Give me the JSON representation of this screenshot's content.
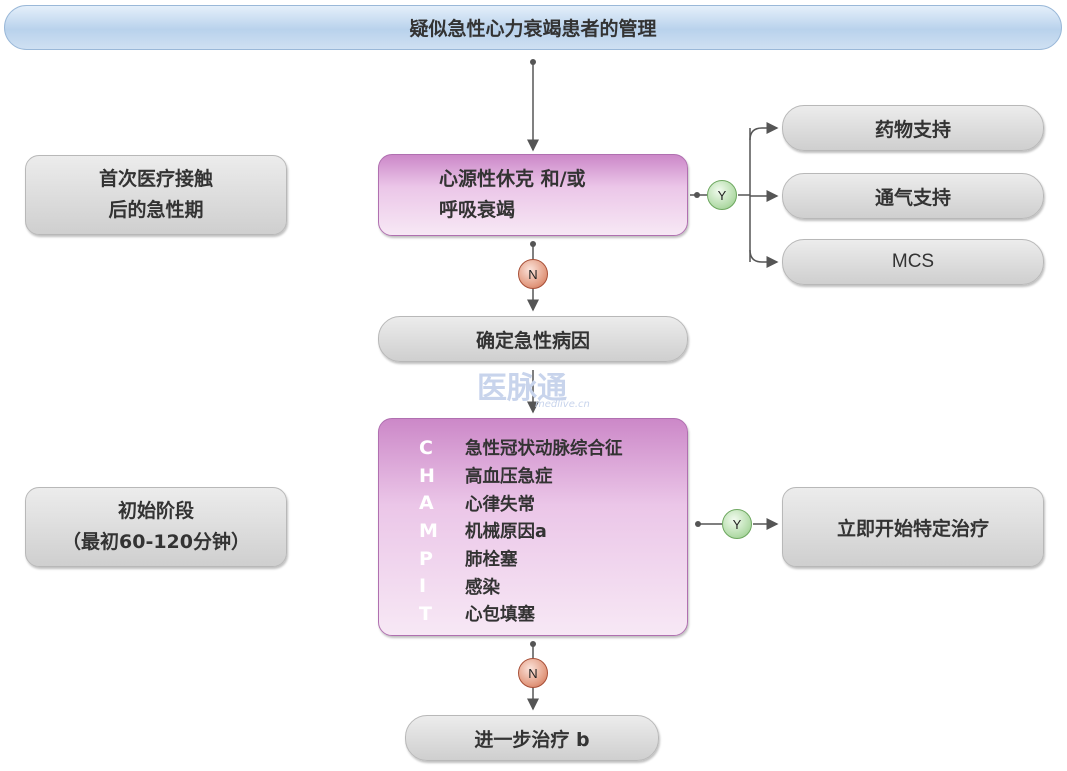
{
  "title": "疑似急性心力衰竭患者的管理",
  "phases": {
    "first_contact": [
      "首次医疗接触",
      "后的急性期"
    ],
    "initial": [
      "初始阶段",
      "（最初60-120分钟）"
    ]
  },
  "shock_box": [
    "心源性休克 和/或",
    "呼吸衰竭"
  ],
  "supports": [
    "药物支持",
    "通气支持",
    "MCS"
  ],
  "identify_cause": "确定急性病因",
  "champit": [
    {
      "letter": "C",
      "text": "急性冠状动脉综合征"
    },
    {
      "letter": "H",
      "text": "高血压急症"
    },
    {
      "letter": "A",
      "text": "心律失常"
    },
    {
      "letter": "M",
      "text": "机械原因a"
    },
    {
      "letter": "P",
      "text": "肺栓塞"
    },
    {
      "letter": "I",
      "text": "感染"
    },
    {
      "letter": "T",
      "text": "心包填塞"
    }
  ],
  "specific_treatment": "立即开始特定治疗",
  "further_treatment": "进一步治疗 b",
  "badges": {
    "yes": "Y",
    "no": "N"
  },
  "watermark": {
    "main": "医脉通",
    "sub": "medlive.cn"
  }
}
